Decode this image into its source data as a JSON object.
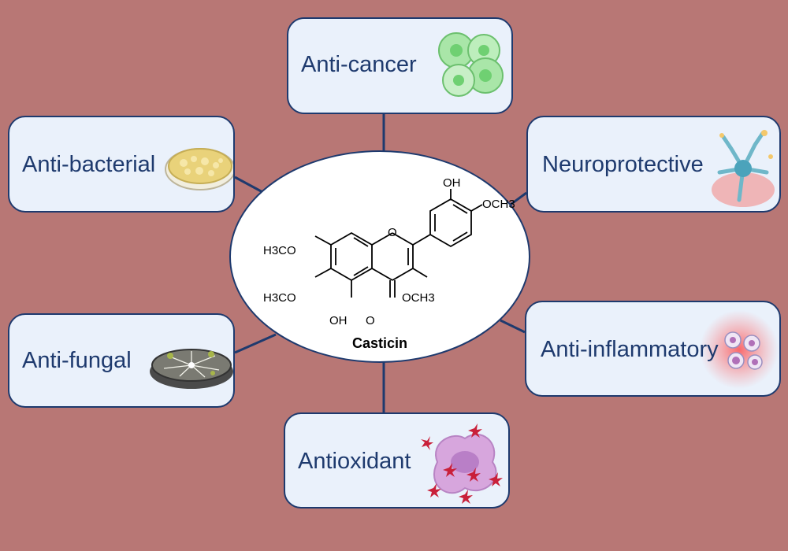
{
  "center": {
    "compound_name": "Casticin",
    "substituents": {
      "top_oh": "OH",
      "top_methoxy": "OCH3",
      "left_methoxy_top": "H3CO",
      "left_methoxy_bottom": "H3CO",
      "ring_o": "O",
      "right_methoxy": "OCH3",
      "bottom_oh": "OH",
      "carbonyl_o": "O"
    }
  },
  "activities": [
    {
      "label": "Anti-cancer",
      "icon": "cancer-cells-icon"
    },
    {
      "label": "Anti-bacterial",
      "icon": "bacteria-petri-dish-icon"
    },
    {
      "label": "Neuroprotective",
      "icon": "neuron-icon"
    },
    {
      "label": "Anti-fungal",
      "icon": "fungi-petri-dish-icon"
    },
    {
      "label": "Anti-inflammatory",
      "icon": "inflammatory-cells-icon"
    },
    {
      "label": "Antioxidant",
      "icon": "oxidative-stress-cell-icon"
    }
  ],
  "colors": {
    "background": "#b87775",
    "box_fill": "#eaf1fb",
    "box_border": "#1e3a6e",
    "text": "#1e3a6e"
  }
}
